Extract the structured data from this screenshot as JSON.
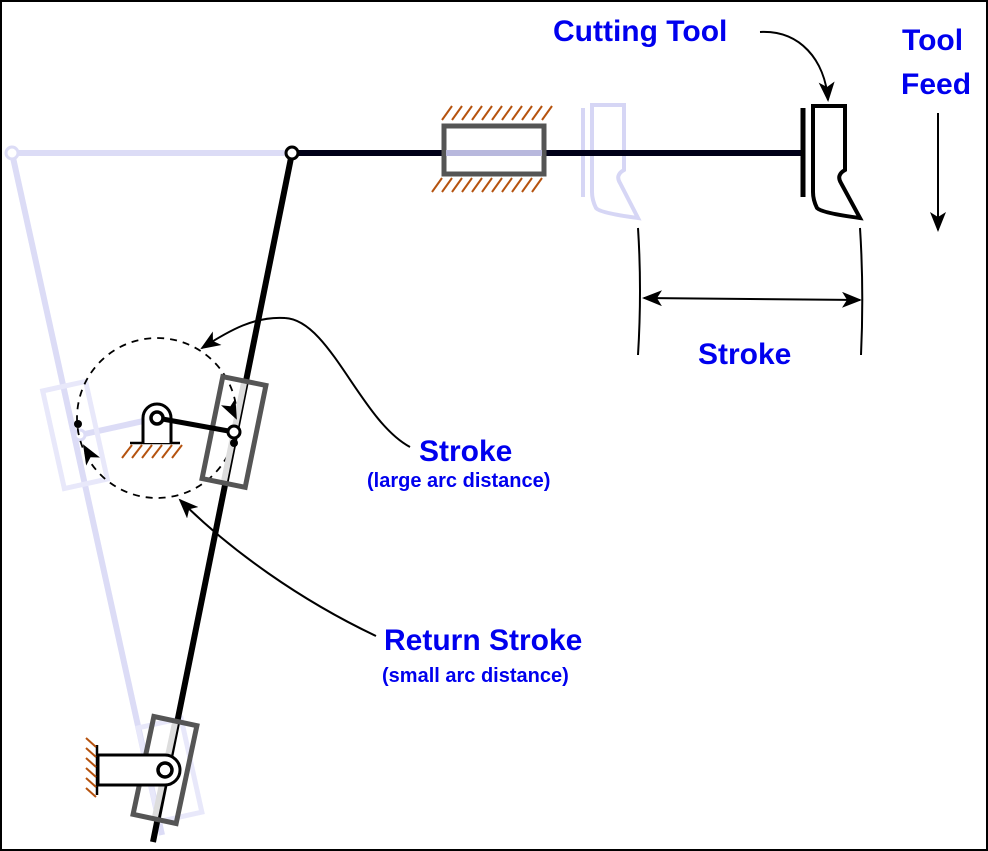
{
  "diagram": {
    "title": "Quick return mechanism (crank and slotted lever)",
    "colors": {
      "label": "#0000ee",
      "link": "#000000",
      "ghost": "#d6d6f5",
      "block": "#555555",
      "ground_hatch": "#b5530f",
      "background": "#ffffff"
    },
    "labels": {
      "cutting_tool": "Cutting Tool",
      "tool_feed_line1": "Tool",
      "tool_feed_line2": "Feed",
      "stroke_dimension": "Stroke",
      "stroke_arc": "Stroke",
      "stroke_arc_note": "(large arc distance)",
      "return_stroke": "Return Stroke",
      "return_stroke_note": "(small arc distance)"
    },
    "components": [
      {
        "id": "ram",
        "name": "Ram"
      },
      {
        "id": "ram-guide",
        "name": "Ram guide (fixed)"
      },
      {
        "id": "cutting-tool",
        "name": "Cutting tool (current position)"
      },
      {
        "id": "cutting-tool-ghost",
        "name": "Cutting tool (return position)"
      },
      {
        "id": "slotted-lever",
        "name": "Slotted lever"
      },
      {
        "id": "slotted-lever-ghost",
        "name": "Slotted lever (other extreme)"
      },
      {
        "id": "crank",
        "name": "Crank with fixed pivot"
      },
      {
        "id": "crank-circle",
        "name": "Crank pin path"
      },
      {
        "id": "lever-pivot",
        "name": "Lever pivot (fixed)"
      }
    ]
  }
}
